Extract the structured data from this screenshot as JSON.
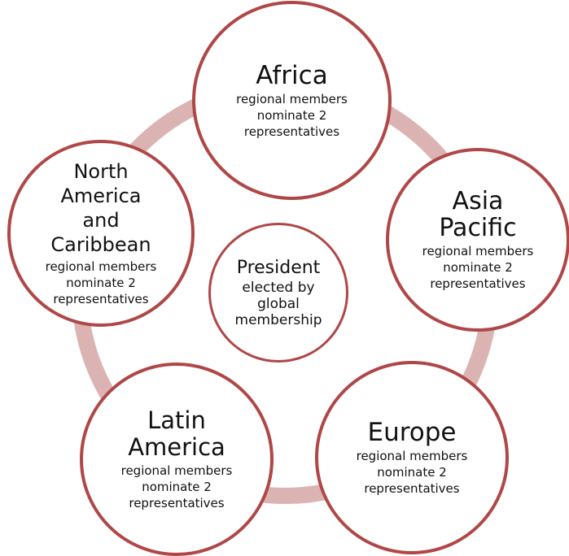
{
  "colors": {
    "circle_border": "#b04747",
    "ring": "#dcb3b3",
    "text": "#111111",
    "background": "#ffffff"
  },
  "center": {
    "title": "President",
    "description": "elected by\nglobal\nmembership"
  },
  "regions": [
    {
      "title": "Africa",
      "description": "regional members\nnominate 2\nrepresentatives"
    },
    {
      "title": "Asia\nPacific",
      "description": "regional members\nnominate 2\nrepresentatives"
    },
    {
      "title": "Europe",
      "description": "regional members\nnominate 2\nrepresentatives"
    },
    {
      "title": "Latin\nAmerica",
      "description": "regional members\nnominate 2\nrepresentatives"
    },
    {
      "title": "North\nAmerica\nand\nCaribbean",
      "description": "regional members\nnominate 2\nrepresentatives"
    }
  ]
}
